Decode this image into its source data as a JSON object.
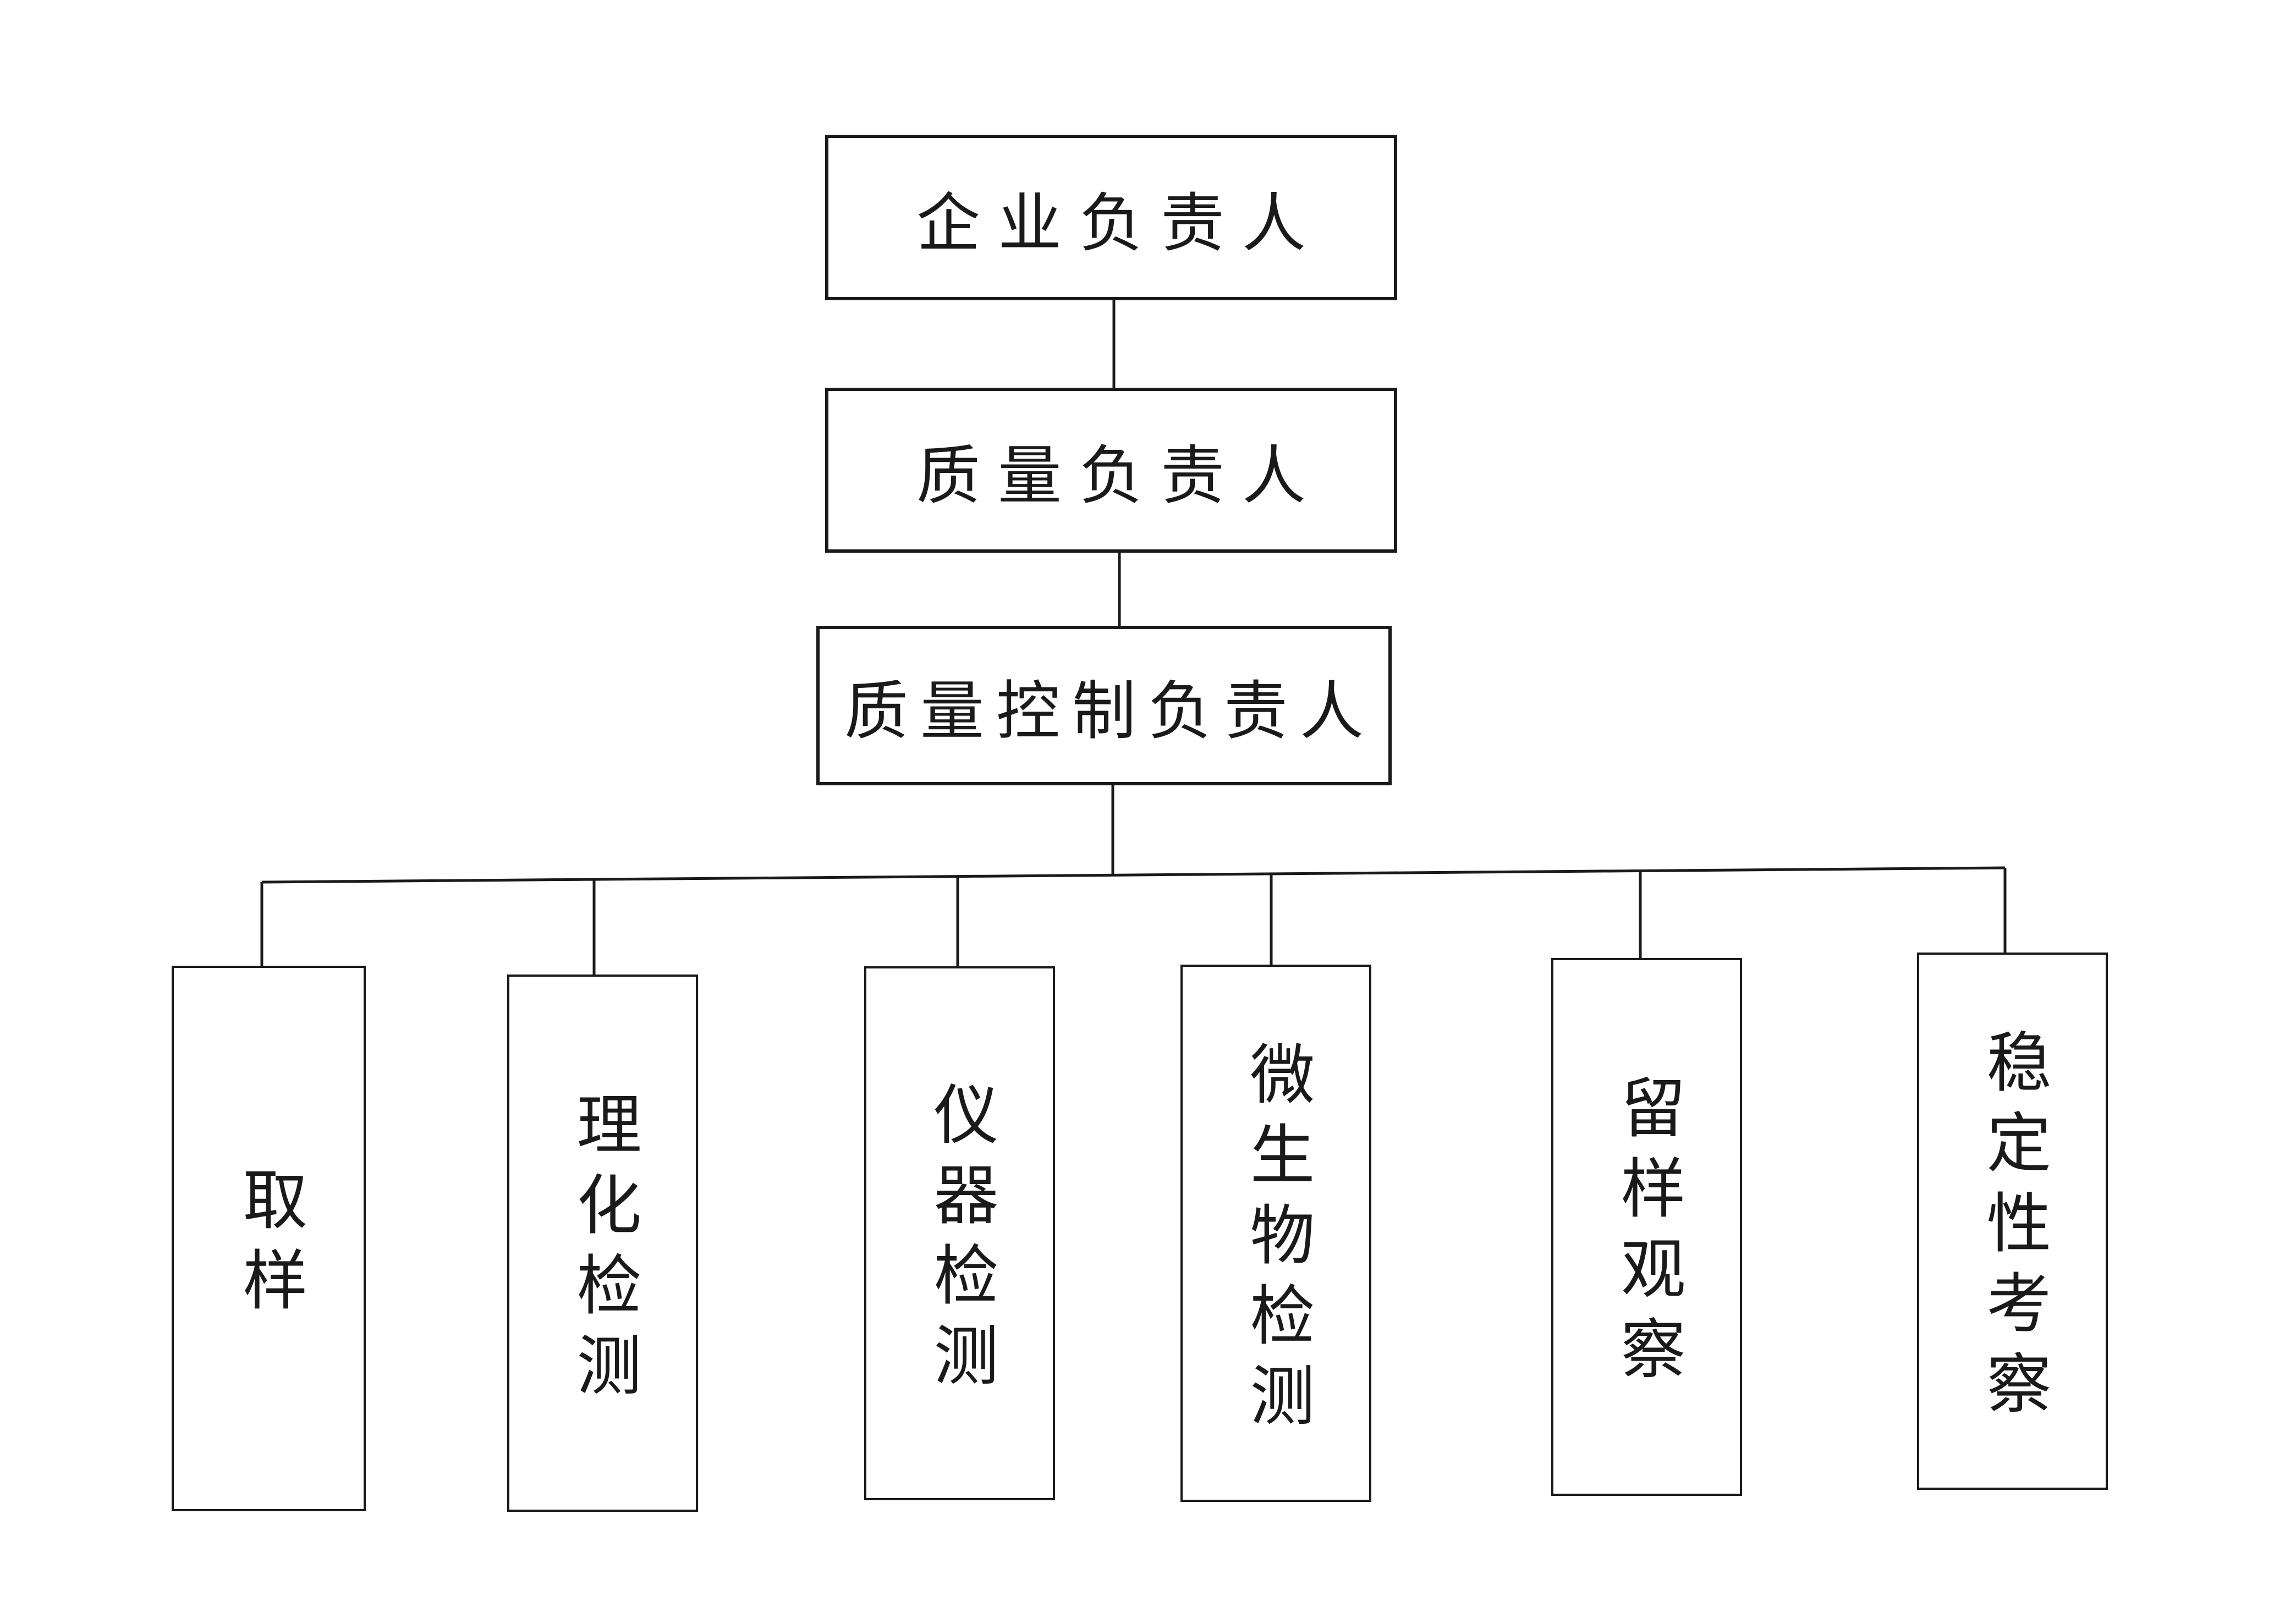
{
  "diagram": {
    "type": "org-chart",
    "background": "#ffffff",
    "ink_color": "#1a1a1a",
    "chain": [
      {
        "id": "enterprise-head",
        "label": "企业负责人"
      },
      {
        "id": "quality-head",
        "label": "质量负责人"
      },
      {
        "id": "quality-control-head",
        "label": "质量控制负责人"
      }
    ],
    "children": [
      {
        "id": "sampling",
        "label": "取样"
      },
      {
        "id": "physicochemical-testing",
        "label": "理化检测"
      },
      {
        "id": "instrument-testing",
        "label": "仪器检测"
      },
      {
        "id": "microbial-testing",
        "label": "微生物检测"
      },
      {
        "id": "retained-sample-observation",
        "label": "留样观察"
      },
      {
        "id": "stability-study",
        "label": "稳定性考察"
      }
    ]
  }
}
